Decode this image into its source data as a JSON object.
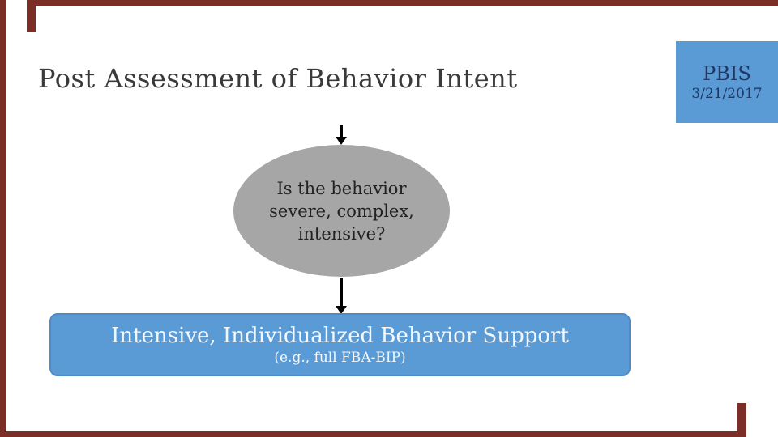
{
  "slide": {
    "title": "Post Assessment of Behavior Intent",
    "badge": {
      "title": "PBIS",
      "date": "3/21/2017"
    },
    "flowchart": {
      "decision_lines": [
        "Is the behavior",
        "severe, complex,",
        "intensive?"
      ],
      "action_title": "Intensive, Individualized Behavior Support",
      "action_subtitle": "(e.g., full FBA-BIP)"
    },
    "colors": {
      "frame_red": "#7a2e26",
      "accent_blue": "#5b9bd5",
      "badge_text_navy": "#1f3864",
      "ellipse_gray": "#a6a6a6",
      "title_gray": "#3a3a3a",
      "arrow_black": "#000000",
      "action_text_white": "#f2f7fc"
    }
  }
}
